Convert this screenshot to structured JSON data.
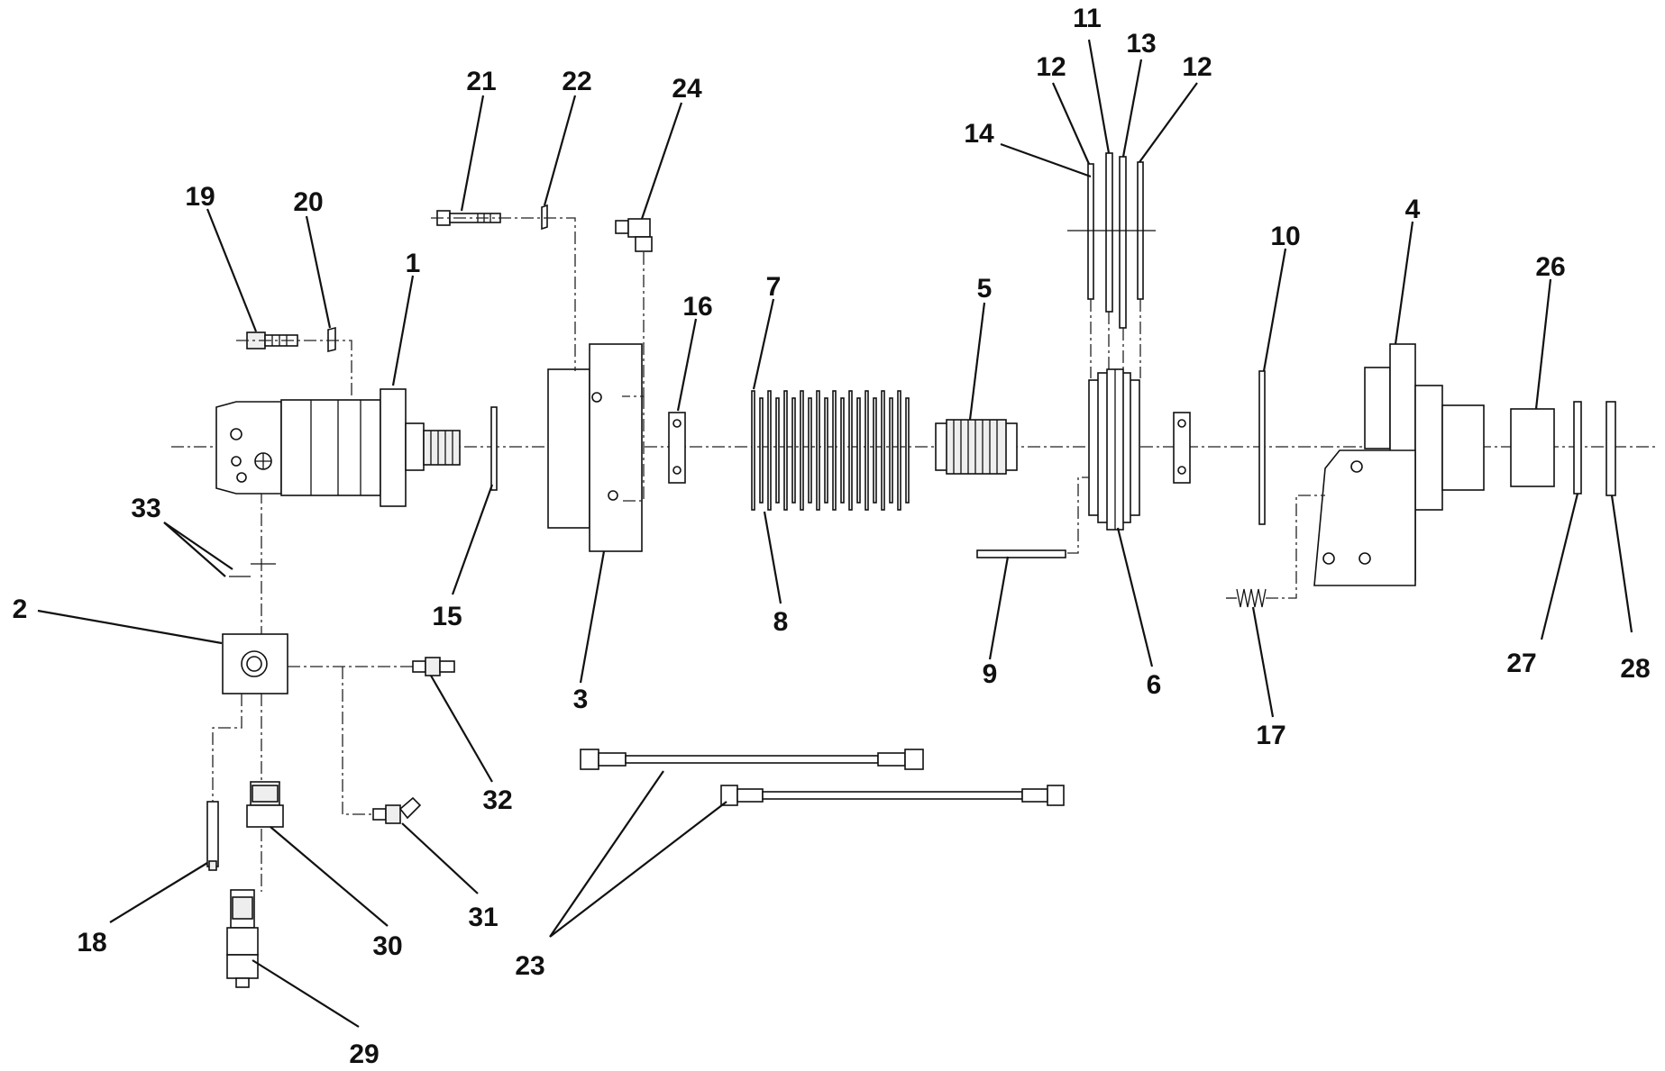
{
  "callouts": [
    {
      "id": "1",
      "text": "1"
    },
    {
      "id": "2",
      "text": "2"
    },
    {
      "id": "3",
      "text": "3"
    },
    {
      "id": "4",
      "text": "4"
    },
    {
      "id": "5",
      "text": "5"
    },
    {
      "id": "6",
      "text": "6"
    },
    {
      "id": "7",
      "text": "7"
    },
    {
      "id": "8",
      "text": "8"
    },
    {
      "id": "9",
      "text": "9"
    },
    {
      "id": "10",
      "text": "10"
    },
    {
      "id": "11",
      "text": "11"
    },
    {
      "id": "12a",
      "text": "12"
    },
    {
      "id": "12b",
      "text": "12"
    },
    {
      "id": "13",
      "text": "13"
    },
    {
      "id": "14",
      "text": "14"
    },
    {
      "id": "15",
      "text": "15"
    },
    {
      "id": "16",
      "text": "16"
    },
    {
      "id": "17",
      "text": "17"
    },
    {
      "id": "18",
      "text": "18"
    },
    {
      "id": "19",
      "text": "19"
    },
    {
      "id": "20",
      "text": "20"
    },
    {
      "id": "21",
      "text": "21"
    },
    {
      "id": "22",
      "text": "22"
    },
    {
      "id": "23",
      "text": "23"
    },
    {
      "id": "24",
      "text": "24"
    },
    {
      "id": "26",
      "text": "26"
    },
    {
      "id": "27",
      "text": "27"
    },
    {
      "id": "28",
      "text": "28"
    },
    {
      "id": "29",
      "text": "29"
    },
    {
      "id": "30",
      "text": "30"
    },
    {
      "id": "31",
      "text": "31"
    },
    {
      "id": "32",
      "text": "32"
    },
    {
      "id": "33",
      "text": "33"
    }
  ]
}
